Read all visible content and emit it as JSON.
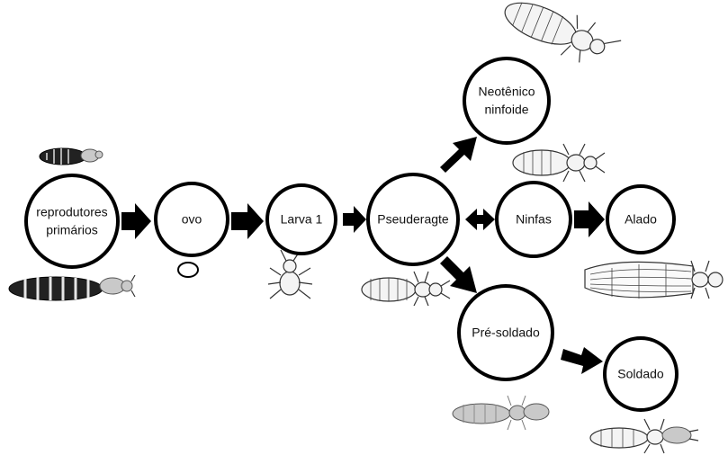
{
  "nodes": {
    "reprodutores": {
      "line1": "reprodutores",
      "line2": "primários"
    },
    "ovo": {
      "label": "ovo"
    },
    "larva": {
      "label": "Larva 1"
    },
    "pseuderagte": {
      "label": "Pseuderagte"
    },
    "ninfas": {
      "label": "Ninfas"
    },
    "alado": {
      "label": "Alado"
    },
    "neotenico": {
      "line1": "Neotênico",
      "line2": "ninfoide"
    },
    "presoldado": {
      "label": "Pré-soldado"
    },
    "soldado": {
      "label": "Soldado"
    }
  },
  "colors": {
    "stroke": "#000000",
    "fill": "#ffffff",
    "arrow": "#000000"
  },
  "icons": [
    "termite-king-illustration",
    "termite-queen-illustration",
    "egg-icon",
    "larva-illustration",
    "pseuderagte-illustration",
    "neotenic-illustration",
    "nymph-illustration",
    "winged-adult-illustration",
    "presoldier-illustration",
    "soldier-illustration"
  ]
}
